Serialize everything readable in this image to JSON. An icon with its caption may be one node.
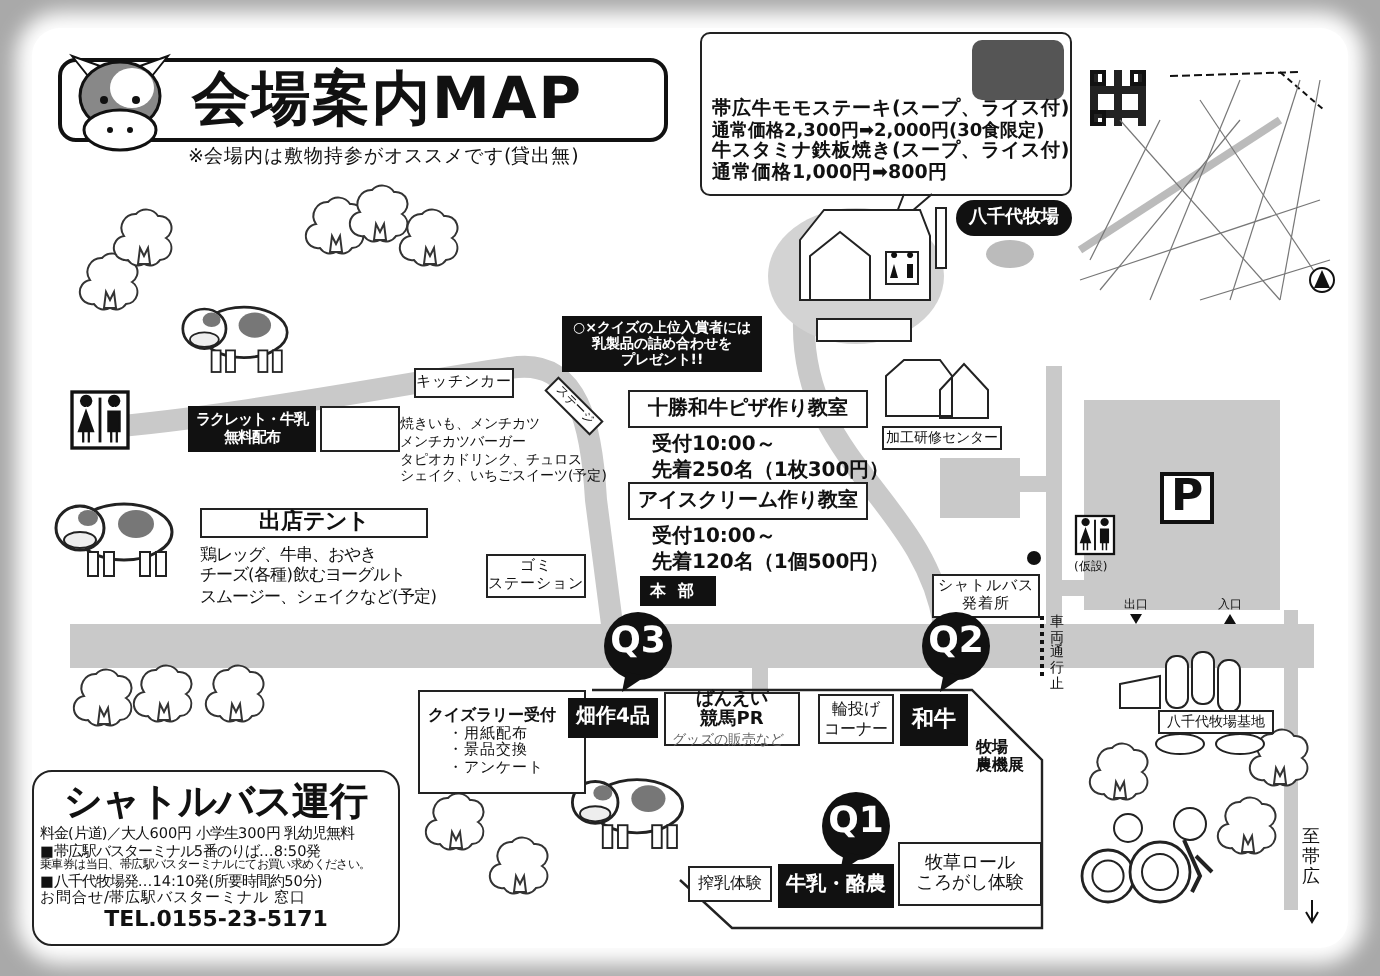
{
  "diagram": {
    "title": "会場案内MAP",
    "nodes": [
      {
        "text": [
          "帯広牛モモステーキ(スープ、ライス付)",
          "通常価格2,300円➡**2,000円**(30食限定)",
          "牛スタミナ鉄板焼き(スープ、ライス付)",
          "通常価格1,000円➡**800円**"
        ]
      },
      {
        "text": [
          "八千代牧場"
        ]
      },
      {
        "text": [],
        "shape": "box"
      },
      {
        "text": [
          "○×クイズの上位入賞者には乳製品の詰め合わせをプレゼント!!"
        ]
      },
      {
        "text": [
          "ラクレット・牛乳無料配布"
        ]
      },
      {
        "text": [],
        "shape": "box"
      },
      {
        "text": [
          "キッチンカー"
        ]
      },
      {
        "text": [
          "ステージ"
        ]
      },
      {
        "text": [
          "十勝和牛ピザ作り教室"
        ],
        "beside": [
          "受付10:00～先着250名（1枚300円）"
        ]
      },
      {
        "text": [
          "アイスクリーム作り教室"
        ],
        "beside": [
          "受付10:00～先着120名（1個500円）"
        ]
      },
      {
        "text": [
          "出店テント"
        ],
        "beside": [
          "鶏レッグ、牛串、おやきチーズ(各種)飲むヨーグルトスムージー、シェイクなど(予定)"
        ]
      },
      {
        "text": [
          "ゴミステーション"
        ]
      },
      {
        "text": [
          "本部"
        ]
      },
      {
        "text": [
          "加工研修センター"
        ]
      },
      {
        "text": [
          "シャトルバス発着所"
        ]
      },
      {
        "text": [
          "クイズラリー受付",
          "・用紙配布・景品交換・アンケート"
        ]
      },
      {
        "text": [
          "Q3"
        ]
      },
      {
        "text": [
          "畑作4品"
        ]
      },
      {
        "text": [
          "ばんえい競馬PR",
          "グッズの販売など"
        ]
      },
      {
        "text": [
          "輪投げコーナー"
        ]
      },
      {
        "text": [
          "Q2"
        ]
      },
      {
        "text": [
          "和牛"
        ]
      },
      {
        "text": [
          "Q1"
        ]
      },
      {
        "text": [
          "搾乳体験"
        ]
      },
      {
        "text": [
          "牛乳・酪農"
        ]
      },
      {
        "text": [
          "牧草ロールころがし体験"
        ]
      },
      {
        "text": [
          "八千代牧場基地"
        ]
      },
      {
        "text": [
          "シャトルバス運行",
          "料金(片道)／大人600円 小学生300円 乳幼児無料",
          "■帯広駅バスターミナル5番のりば…8:50発",
          "乗車券は当日、帯広駅バスターミナルにてお買い求めください。",
          "■八千代牧場発…14:10発(所要時間約50分)",
          "お問合せ/帯広駅バスターミナル 窓口",
          "TEL.0155-23-5171"
        ]
      },
      {
        "text": [
          "P"
        ]
      }
    ],
    "labels": [
      "※会場内は敷物持参がオススメです(貸出無)",
      "焼きいも、メンチカツメンチカツバーガータピオカドリンク、チュロスシェイク、いちごスイーツ(予定)",
      "牧場農機展",
      "(仮設)",
      "出口",
      "入口",
      "車両通行止",
      "至帯広"
    ]
  }
}
